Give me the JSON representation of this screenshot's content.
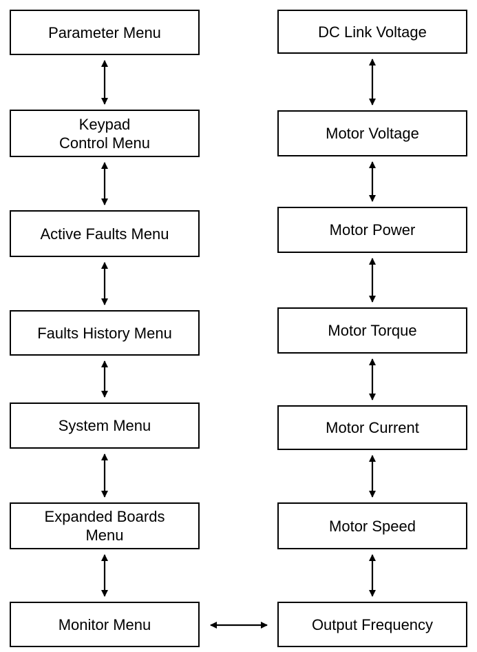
{
  "diagram": {
    "left_column": [
      "Parameter Menu",
      "Keypad\nControl Menu",
      "Active Faults Menu",
      "Faults History Menu",
      "System Menu",
      "Expanded Boards\nMenu",
      "Monitor Menu"
    ],
    "right_column": [
      "DC Link Voltage",
      "Motor Voltage",
      "Motor Power",
      "Motor Torque",
      "Motor Current",
      "Motor Speed",
      "Output Frequency"
    ],
    "connectors": {
      "style": "double-headed arrow",
      "color": "#000000"
    }
  }
}
